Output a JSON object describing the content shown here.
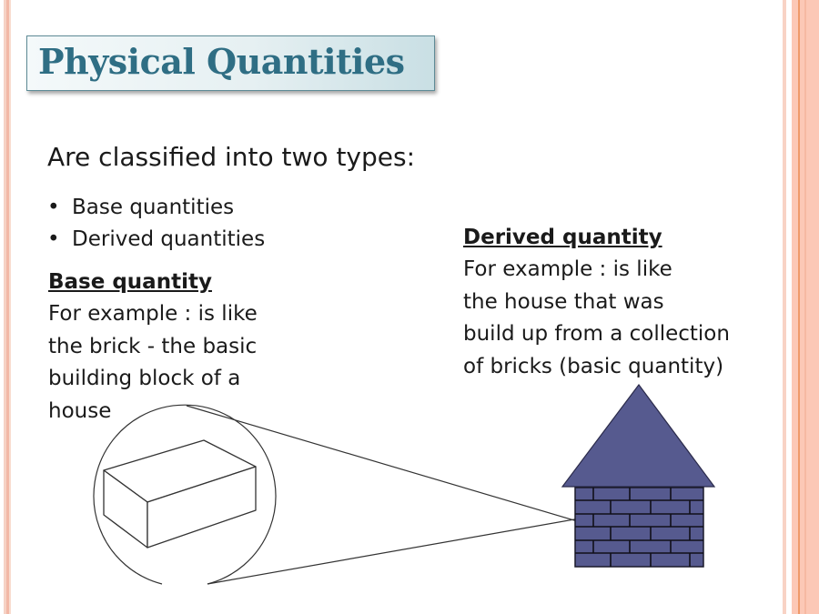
{
  "slide": {
    "title": "Physical Quantities",
    "intro": "Are classified into two types:",
    "bullets": [
      "Base quantities",
      "Derived quantities"
    ],
    "bullet_glyph": "•",
    "base_section": {
      "heading": "Base quantity",
      "lines": [
        "For example : is like",
        "the brick - the basic",
        "building block of a",
        "house"
      ]
    },
    "derived_section": {
      "heading": "Derived quantity",
      "lines": [
        "For example : is like",
        "the house that was",
        "build up from a collection",
        "of bricks (basic quantity)"
      ]
    },
    "illustration": {
      "brick_icon": "brick-in-magnifier",
      "house_icon": "brick-house",
      "house_color": "#565a8f",
      "title_color": "#2f6e84"
    }
  }
}
